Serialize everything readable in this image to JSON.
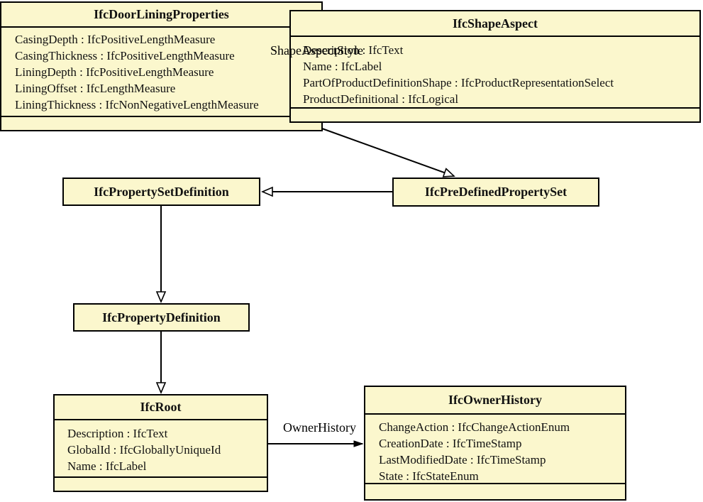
{
  "colors": {
    "box_fill": "#FBF7CD",
    "box_border": "#000000",
    "line": "#000000",
    "background": "#FFFFFF"
  },
  "classes": {
    "door": {
      "name": "IfcDoorLiningProperties",
      "attributes": [
        "CasingDepth : IfcPositiveLengthMeasure",
        "CasingThickness : IfcPositiveLengthMeasure",
        "LiningDepth : IfcPositiveLengthMeasure",
        "LiningOffset : IfcLengthMeasure",
        "LiningThickness : IfcNonNegativeLengthMeasure"
      ]
    },
    "shape": {
      "name": "IfcShapeAspect",
      "attributes": [
        "Description : IfcText",
        "Name : IfcLabel",
        "PartOfProductDefinitionShape : IfcProductRepresentationSelect",
        "ProductDefinitional : IfcLogical"
      ]
    },
    "psetdef": {
      "name": "IfcPropertySetDefinition",
      "attributes": []
    },
    "predef": {
      "name": "IfcPreDefinedPropertySet",
      "attributes": []
    },
    "propdef": {
      "name": "IfcPropertyDefinition",
      "attributes": []
    },
    "root": {
      "name": "IfcRoot",
      "attributes": [
        "Description : IfcText",
        "GlobalId : IfcGloballyUniqueId",
        "Name : IfcLabel"
      ]
    },
    "owner": {
      "name": "IfcOwnerHistory",
      "attributes": [
        "ChangeAction : IfcChangeActionEnum",
        "CreationDate : IfcTimeStamp",
        "LastModifiedDate : IfcTimeStamp",
        "State : IfcStateEnum"
      ]
    }
  },
  "edge_labels": {
    "shape_aspect_style": "ShapeAspectStyle",
    "owner_history": "OwnerHistory"
  }
}
